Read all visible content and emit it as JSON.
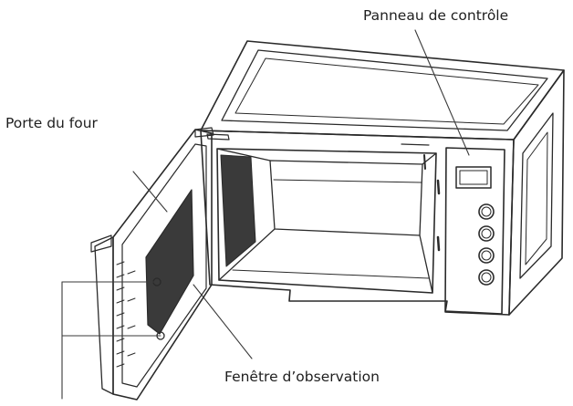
{
  "labels": {
    "control_panel": "Panneau de contrôle",
    "oven_door": "Porte du four",
    "viewing_window": "Fenêtre d’observation"
  },
  "colors": {
    "line": "#2a2a2a",
    "window_fill": "#3a3a3a",
    "cavity_fill": "#ffffff"
  }
}
